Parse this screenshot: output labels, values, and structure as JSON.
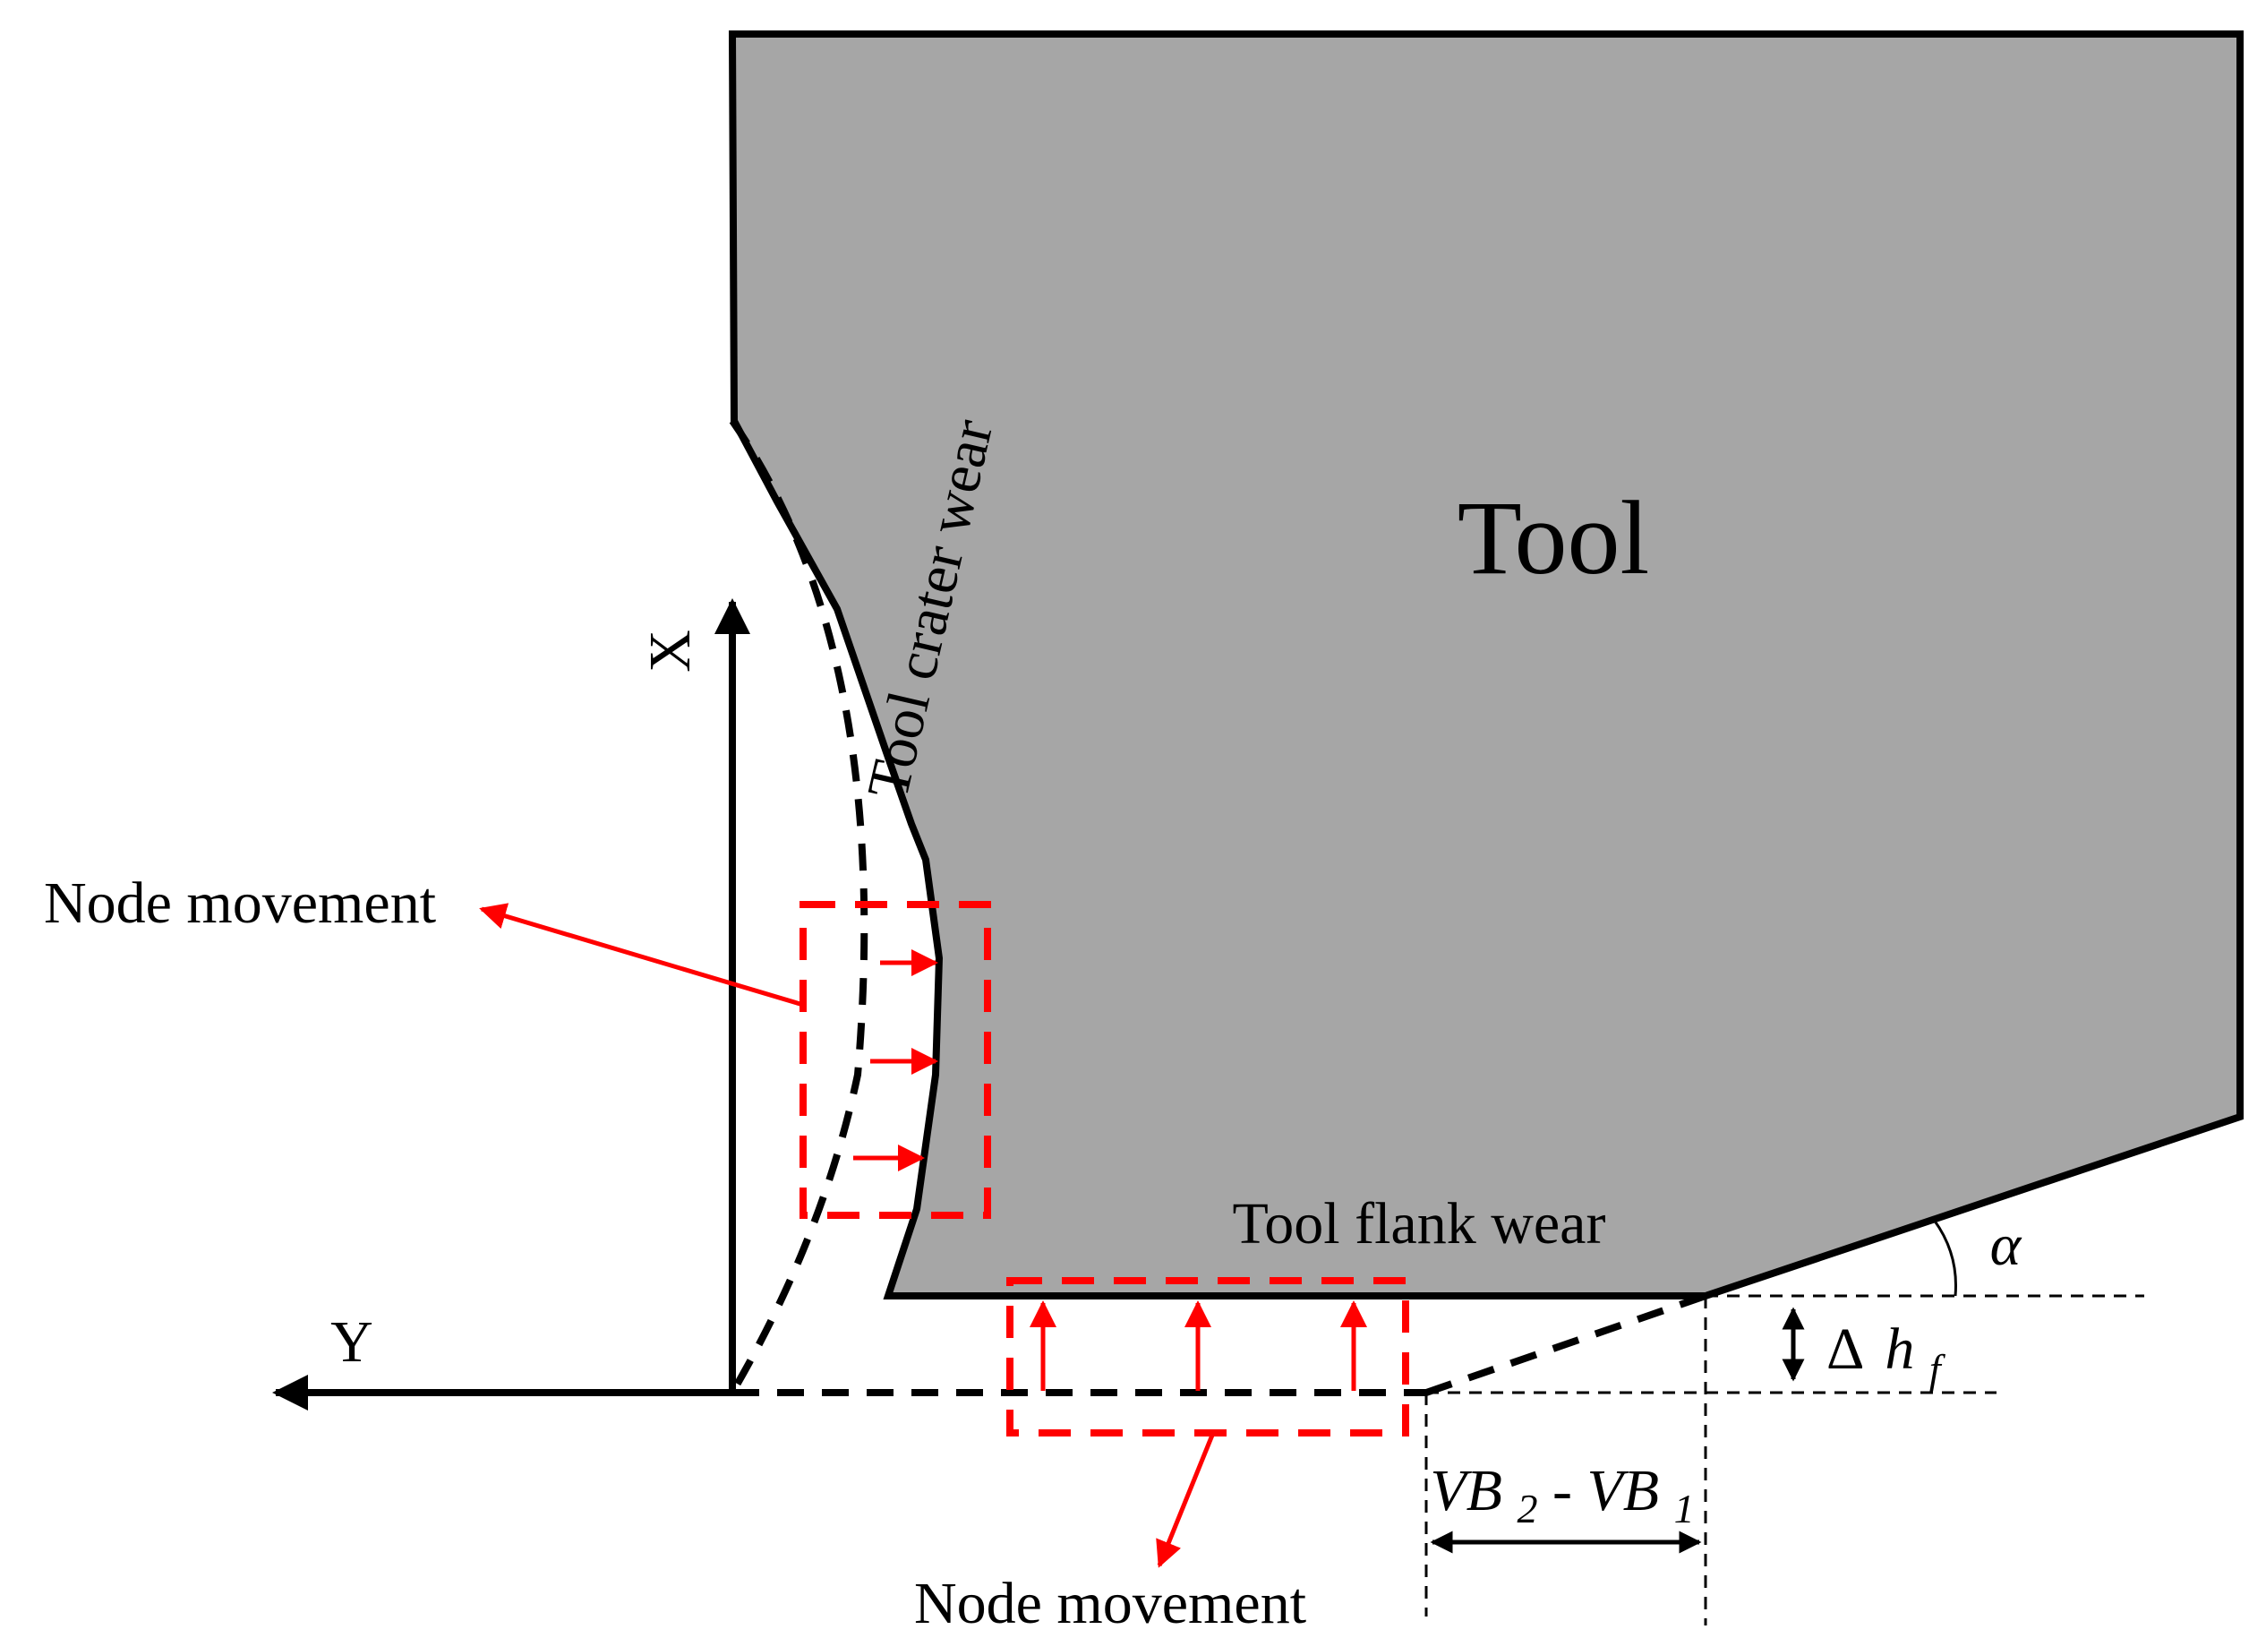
{
  "labels": {
    "tool": "Tool",
    "crater_wear": "Tool crater wear",
    "flank_wear": "Tool flank wear",
    "node_movement_left": "Node movement",
    "node_movement_bottom": "Node movement",
    "axis_x": "X",
    "axis_y": "Y",
    "alpha": "α",
    "delta_hf": {
      "delta": "Δ",
      "h": "h",
      "sub": "f"
    },
    "vb": {
      "vb2": "VB",
      "sub2": "2",
      "dash": "-",
      "vb1": "VB",
      "sub1": "1"
    }
  },
  "colors": {
    "tool_fill": "#a6a6a6",
    "outline": "#000000",
    "highlight": "#ff0000"
  }
}
